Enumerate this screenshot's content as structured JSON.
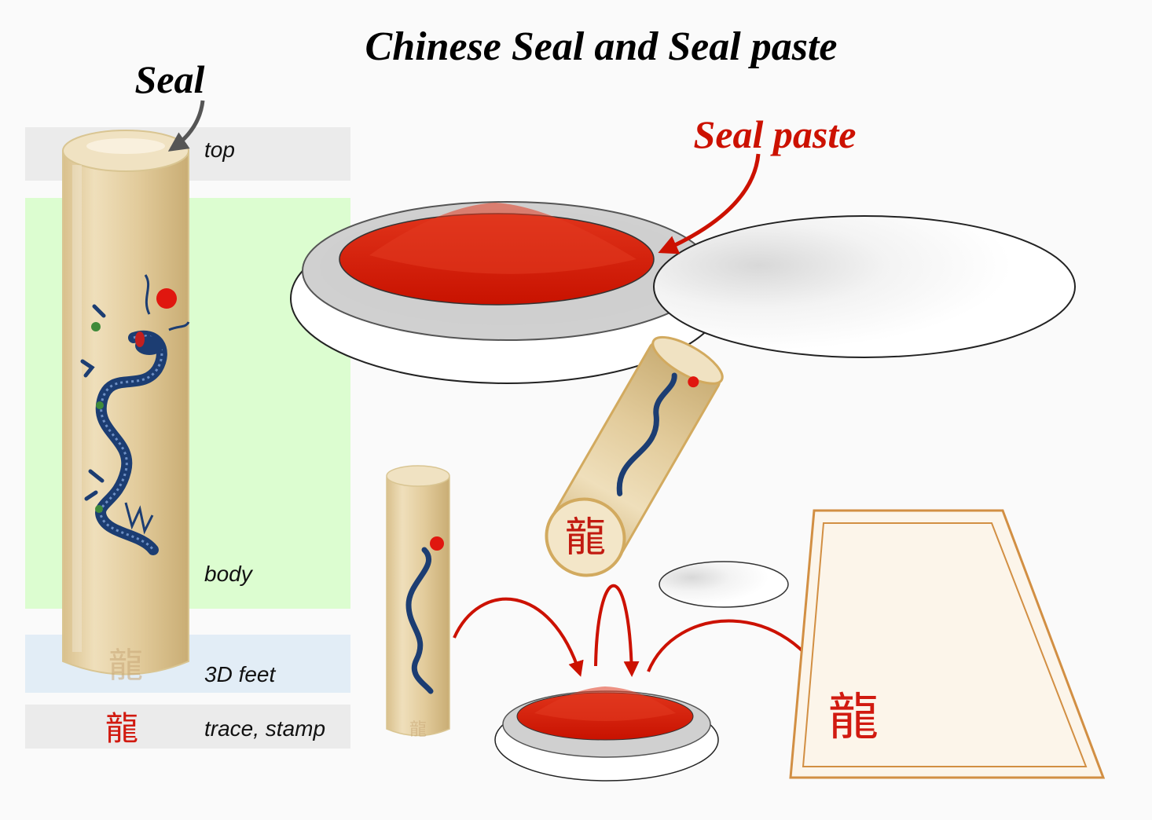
{
  "title": "Chinese Seal and Seal paste",
  "callouts": {
    "seal": "Seal",
    "seal_paste": "Seal paste"
  },
  "parts": [
    {
      "label": "top",
      "color": "#ebebeb"
    },
    {
      "label": "body",
      "color": "#dcfdd0"
    },
    {
      "label": "3D feet",
      "color": "#e2edf6"
    },
    {
      "label": "trace, stamp",
      "color": "#ebebeb"
    }
  ],
  "stamp_character": "龍",
  "colors": {
    "seal_body": "#e3cd9f",
    "paste_red": "#d41800",
    "dragon_blue": "#1c3d72",
    "arrow_red": "#cc1100",
    "paper_border": "#d28f43"
  }
}
